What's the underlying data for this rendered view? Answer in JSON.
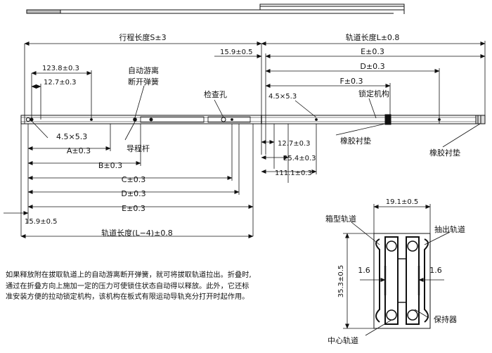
{
  "top_dims": {
    "stroke": "行程长度S±3",
    "rail_length": "轨道长度L±0.8",
    "offset_left": "15.9±0.5",
    "E": "E±0.3",
    "D": "D±0.3",
    "F": "F±0.3",
    "d123": "123.8±0.3",
    "d127": "12.7±0.3",
    "d45": "4.5×5.3"
  },
  "callouts": {
    "auto_release": [
      "自动游离",
      "断开弹簧"
    ],
    "inspection_hole": "检查孔",
    "lock_mech": "锁定机构",
    "guide_rod": "导程杆",
    "rubber_pad_1": "橡胶衬垫",
    "rubber_pad_2": "橡胶衬垫"
  },
  "bottom_dims": {
    "d45": "4.5×5.3",
    "A": "A±0.3",
    "B": "B±0.3",
    "C": "C±0.3",
    "D": "D±0.3",
    "E": "E±0.3",
    "offset_left": "15.9±0.5",
    "rail_length_l4": "轨道长度(L−4)±0.8",
    "r127": "12.7±0.3",
    "r254": "25.4±0.3",
    "r1111": "111.1±0.3"
  },
  "section": {
    "width": "19.1±0.5",
    "height": "35.3±0.5",
    "t_left": "1.6",
    "t_right": "1.6",
    "box_rail": "箱型轨道",
    "pull_rail": "抽出轨道",
    "retainer": "保持器",
    "center_rail": "中心轨道"
  },
  "note": "如果释放附在拔取轨道上的自动游离断开弹簧，就可将拔取轨道拉出。折叠时,通过在折叠方向上施加一定的压力可使锁住状态自动得以释放。此外，它还标准安装方便的拉动锁定机构，该机构在板式有限运动导轨充分打开时起作用。"
}
